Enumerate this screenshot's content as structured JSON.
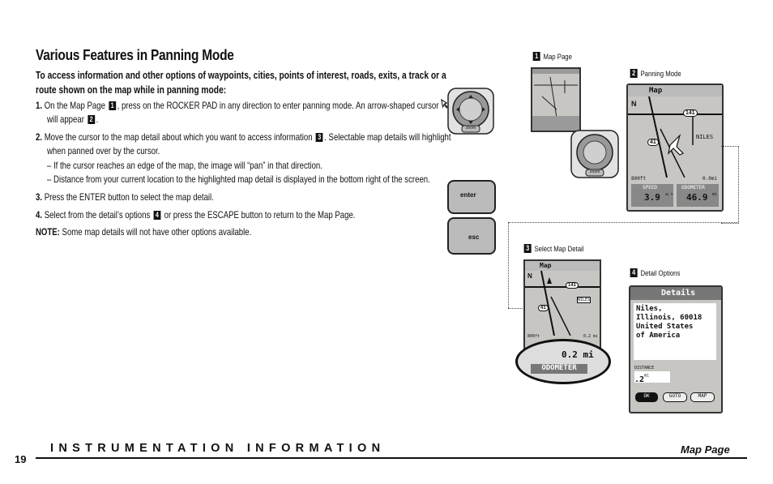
{
  "heading": "Various Features in Panning Mode",
  "intro": "To access information and other options of waypoints, cities, points of interest, roads, exits, a track or a route shown on the map while in panning mode:",
  "steps": {
    "s1_num": "1.",
    "s1_a": "On the Map Page",
    "s1_tag": "1",
    "s1_b": ", press on the ROCKER PAD in any direction to enter panning mode. An arrow-shaped cursor",
    "s1_c": "will appear",
    "s1_tag2": "2",
    "s1_d": ".",
    "s2_num": "2.",
    "s2_a": "Move the cursor to the map detail about which you want to access information",
    "s2_tag": "3",
    "s2_b": ". Selectable map details will highlight",
    "s2_c": "when panned over by the cursor.",
    "s2_bullet1": "–  If the cursor reaches an edge of the map, the image will “pan” in that direction.",
    "s2_bullet2": "–  Distance from your current location to the highlighted map detail is displayed in the bottom right of the screen.",
    "s3_num": "3.",
    "s3_a": "Press the ENTER button to select the map detail.",
    "s4_num": "4.",
    "s4_a": "Select from the detail’s options",
    "s4_tag": "4",
    "s4_b": "or press the ESCAPE button to return to the Map Page.",
    "note_label": "NOTE:",
    "note_text": "Some map details will not have other options available."
  },
  "buttons": {
    "zoom": "zoom",
    "enter": "enter",
    "esc": "esc"
  },
  "figures": {
    "f1_tag": "1",
    "f1_caption": "Map Page",
    "f2_tag": "2",
    "f2_caption": "Panning Mode",
    "f3_tag": "3",
    "f3_caption": "Select Map Detail",
    "f4_tag": "4",
    "f4_caption": "Detail Options"
  },
  "screen2": {
    "title": "Map",
    "north": "N",
    "road_a": "141",
    "road_b": "41",
    "city": "NILES",
    "scale": "800ft",
    "distance": "0.0mi",
    "speed_label": "SPEED",
    "odometer_label": "ODOMETER",
    "speed_value": "3.9",
    "speed_unit": "mi h",
    "odometer_value": "46.9",
    "odometer_unit": "mi"
  },
  "screen3": {
    "title": "Map",
    "north": "N",
    "road_a": "141",
    "road_b": "41",
    "city": "NILES",
    "scale": "800ft",
    "distance": "0.2 mi",
    "zoom_distance": "0.2 mi",
    "zoom_label": "ODOMETER"
  },
  "screen4": {
    "title": "Details",
    "address": "Niles, Illinois, 60018 United States of America",
    "distance_label": "DISTANCE",
    "distance_value": ".2",
    "distance_unit": "mi",
    "btn_ok": "OK",
    "btn_goto": "GOTO",
    "btn_map": "MAP"
  },
  "footer": {
    "section": "INSTRUMENTATION INFORMATION",
    "page_title": "Map Page",
    "page_number": "19"
  }
}
